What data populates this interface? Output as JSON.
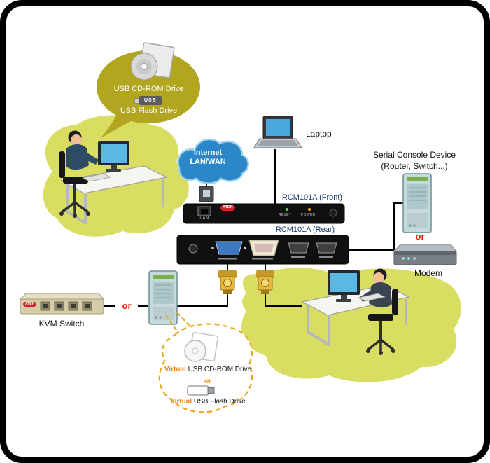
{
  "callout_top": {
    "cdrom_label": "USB CD-ROM Drive",
    "usb_badge": "USB",
    "flash_label": "USB Flash Drive"
  },
  "cloud": {
    "line1": "Internet",
    "line2": "LAN/WAN"
  },
  "labels": {
    "laptop": "Laptop",
    "serial_console_line1": "Serial Console Device",
    "serial_console_line2": "(Router, Switch...)",
    "rcm_front": "RCM101A (Front)",
    "rcm_rear": "RCM101A (Rear)",
    "or_modem": "or",
    "modem": "Modem",
    "kvm_switch": "KVM Switch",
    "or_server": "or"
  },
  "device_text": {
    "lan": "LAN",
    "logo": "ATEN",
    "reset": "RESET",
    "power": "POWER"
  },
  "callout_bottom": {
    "virtual1_prefix": "Virtual",
    "virtual1_rest": "USB CD-ROM Drive",
    "or": "or",
    "virtual2_prefix": "Virtual",
    "virtual2_rest": "USB Flash Drive"
  },
  "colors": {
    "blob_green": "#d9de62",
    "bubble_olive": "#b2a51f",
    "cloud_blue": "#2b87c8",
    "or_red": "#e8220b",
    "virtual_orange": "#f0891c",
    "label_navy": "#1a3a75",
    "connector_gold": "#e7b83d"
  }
}
